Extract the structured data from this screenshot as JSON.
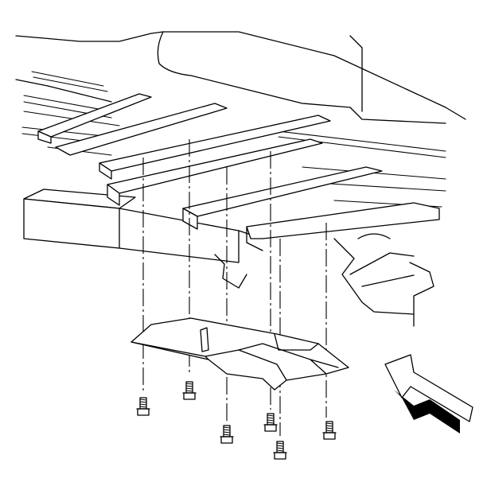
{
  "figure": {
    "components": [
      "vehicle-underbody",
      "frame-crossmembers",
      "skid-plate",
      "mounting-bolts",
      "view-direction-arrow"
    ],
    "bolt_count": 6,
    "fastener_icon": "bolt-icon",
    "arrow_icon": "view-arrow-icon",
    "line_color": "#000000",
    "background_color": "#ffffff"
  }
}
